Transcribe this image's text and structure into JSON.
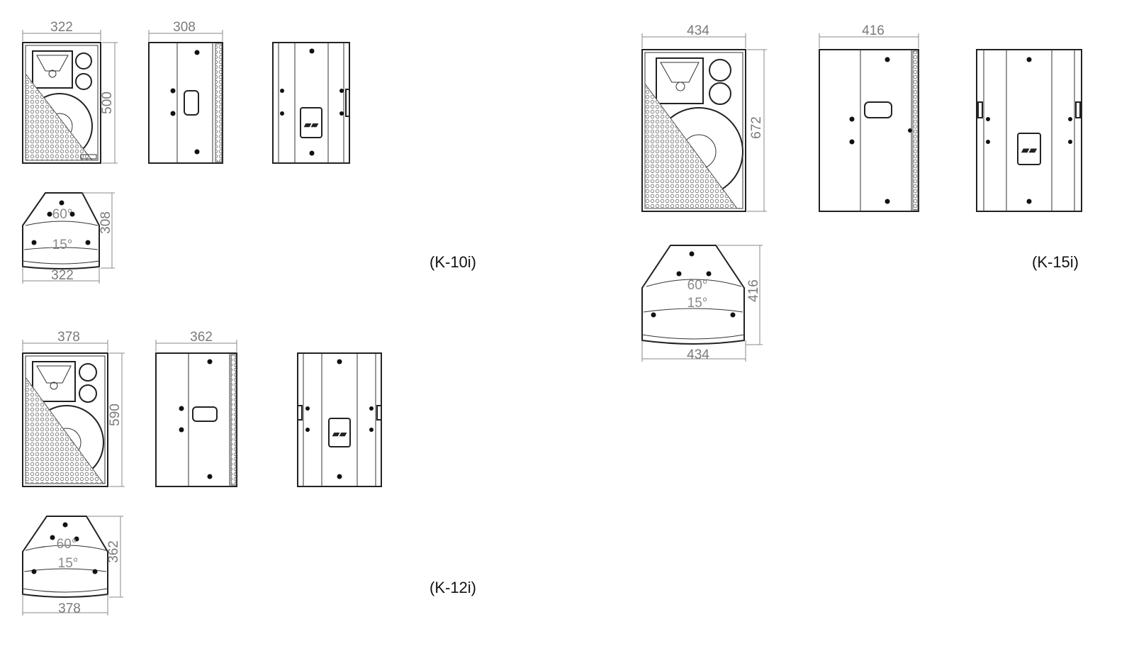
{
  "models": [
    {
      "label": "(K-10i)",
      "front": {
        "width": "322",
        "height": "500"
      },
      "side": {
        "depth": "308"
      },
      "top": {
        "depth": "308",
        "width": "322",
        "angle_h": "60°",
        "angle_v": "15°"
      }
    },
    {
      "label": "(K-12i)",
      "front": {
        "width": "378",
        "height": "590"
      },
      "side": {
        "depth": "362"
      },
      "top": {
        "depth": "362",
        "width": "378",
        "angle_h": "60°",
        "angle_v": "15°"
      }
    },
    {
      "label": "(K-15i)",
      "front": {
        "width": "434",
        "height": "672"
      },
      "side": {
        "depth": "416"
      },
      "top": {
        "depth": "416",
        "width": "434",
        "angle_h": "60°",
        "angle_v": "15°"
      }
    }
  ]
}
